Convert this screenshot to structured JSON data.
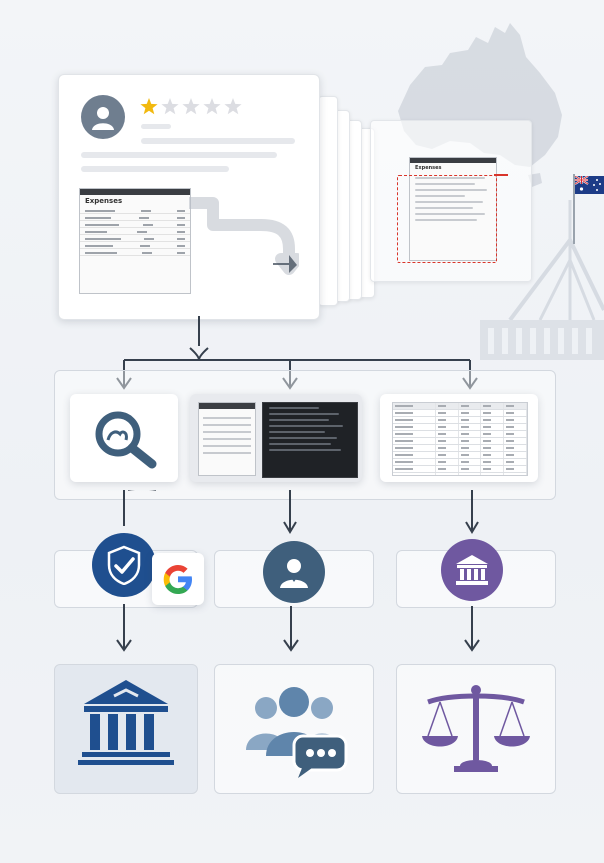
{
  "review_card": {
    "rating": 1,
    "max_rating": 5,
    "star_color": "#f2b90f",
    "empty_star_color": "#dcdde2",
    "avatar_color": "#6f7e8f"
  },
  "review_doc": {
    "title": "Expenses",
    "rows": [
      {
        "label": "",
        "a": "",
        "b": ""
      },
      {
        "label": "",
        "a": "",
        "b": ""
      },
      {
        "label": "",
        "a": "",
        "b": ""
      },
      {
        "label": "",
        "a": "",
        "b": ""
      },
      {
        "label": "",
        "a": "",
        "b": ""
      },
      {
        "label": "",
        "a": "",
        "b": ""
      },
      {
        "label": "",
        "a": "",
        "b": ""
      }
    ]
  },
  "zoom_doc": {
    "title": "Expenses"
  },
  "colors": {
    "navy": "#1f4f8f",
    "slate": "#3f5f7c",
    "purple": "#6f58a0",
    "arrow": "#36404d",
    "evidence_red": "#d9352b"
  },
  "icons": {
    "search": "magnifier-icon",
    "shield": "shield-check-icon",
    "google": "google-g-icon",
    "person": "person-icon",
    "institution": "institution-icon",
    "bank": "bank-building-icon",
    "community": "people-chat-icon",
    "justice": "scales-of-justice-icon",
    "flag": "australian-flag-icon",
    "map": "australia-map-icon"
  }
}
